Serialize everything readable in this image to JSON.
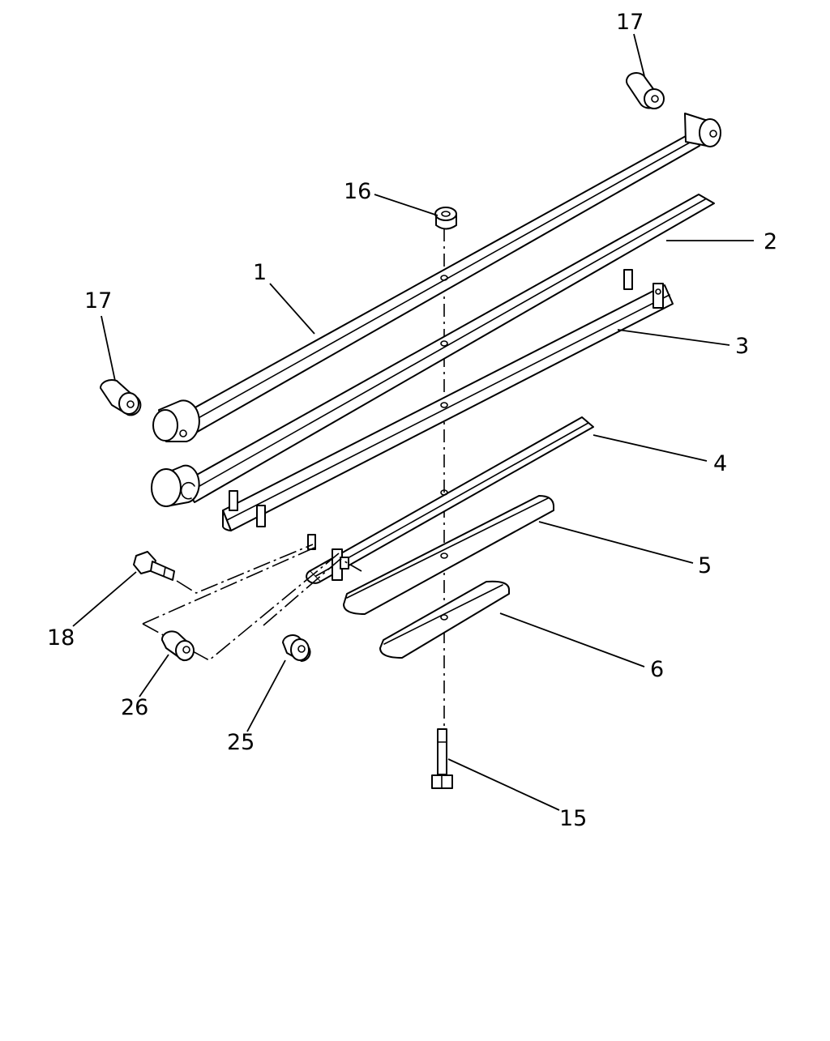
{
  "diagram": {
    "callouts": [
      {
        "id": "c17a",
        "label": "17"
      },
      {
        "id": "c17b",
        "label": "17"
      },
      {
        "id": "c16",
        "label": "16"
      },
      {
        "id": "c1",
        "label": "1"
      },
      {
        "id": "c2",
        "label": "2"
      },
      {
        "id": "c3",
        "label": "3"
      },
      {
        "id": "c4",
        "label": "4"
      },
      {
        "id": "c5",
        "label": "5"
      },
      {
        "id": "c6",
        "label": "6"
      },
      {
        "id": "c18",
        "label": "18"
      },
      {
        "id": "c26",
        "label": "26"
      },
      {
        "id": "c25",
        "label": "25"
      },
      {
        "id": "c15",
        "label": "15"
      }
    ]
  }
}
